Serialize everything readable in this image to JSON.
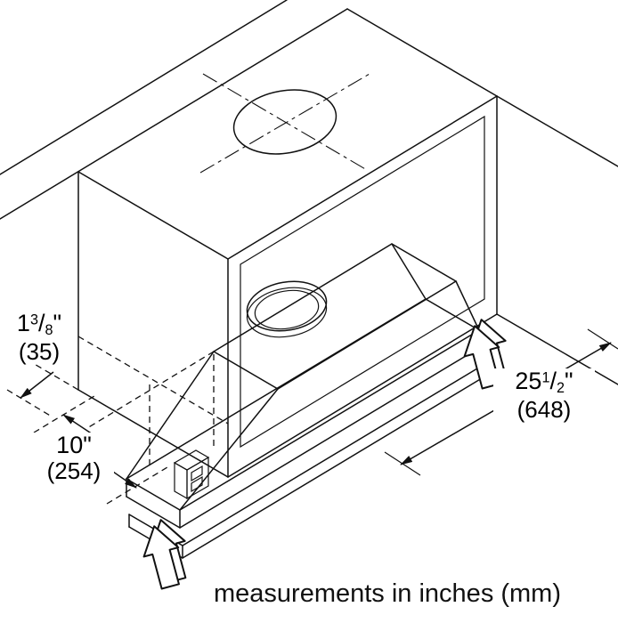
{
  "caption": "measurements in inches (mm)",
  "icons": {
    "insertion_arrow": "outline-block-arrow-up"
  },
  "colors": {
    "line": "#111111",
    "background": "#ffffff"
  },
  "dimensions": {
    "height_clearance": {
      "whole": "1",
      "numerator": "3",
      "slash": "/",
      "denominator": "8",
      "unit": "\"",
      "metric": "(35)"
    },
    "depth": {
      "value": "10",
      "unit": "\"",
      "metric": "(254)"
    },
    "width": {
      "whole": "25",
      "numerator": "1",
      "slash": "/",
      "denominator": "2",
      "unit": "\"",
      "metric": "(648)"
    }
  }
}
